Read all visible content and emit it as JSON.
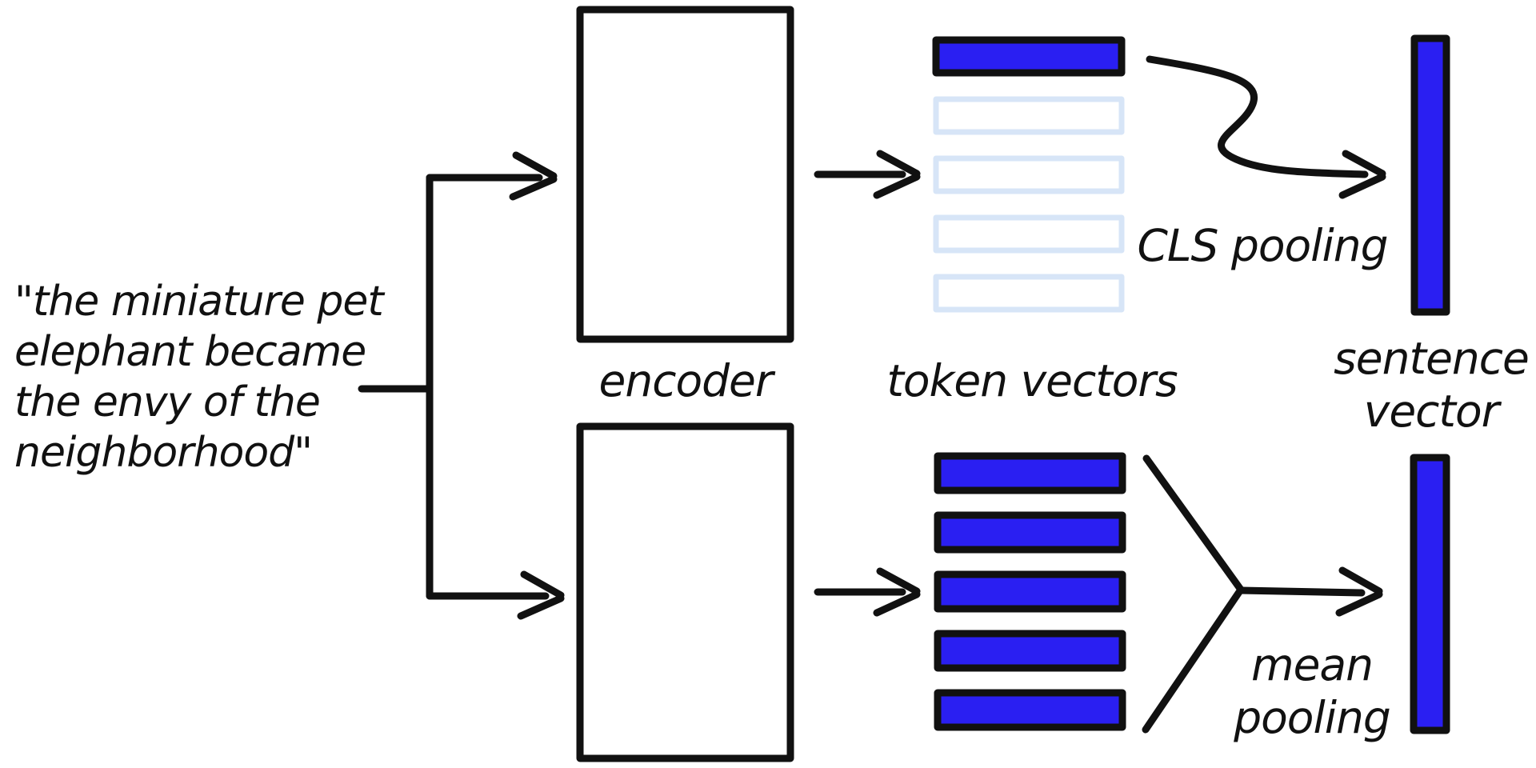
{
  "diagram": {
    "input_quote": {
      "lines": [
        "\"the miniature pet",
        "elephant became",
        "the envy of the",
        "neighborhood\""
      ]
    },
    "labels": {
      "encoder": "encoder",
      "token_vectors": "token vectors",
      "cls_pooling": "CLS pooling",
      "sentence_vector": {
        "line1": "sentence",
        "line2": "vector"
      },
      "mean_pooling": {
        "line1": "mean",
        "line2": "pooling"
      }
    },
    "token_vectors": {
      "cls_branch": {
        "total": 5,
        "highlighted": 1,
        "highlighted_position": "first"
      },
      "mean_branch": {
        "total": 5,
        "highlighted": 5
      }
    },
    "colors": {
      "ink": "#111111",
      "vector_fill": "#2a1ff2",
      "empty_vector_stroke": "#d7e5f7",
      "background": "#ffffff"
    }
  }
}
